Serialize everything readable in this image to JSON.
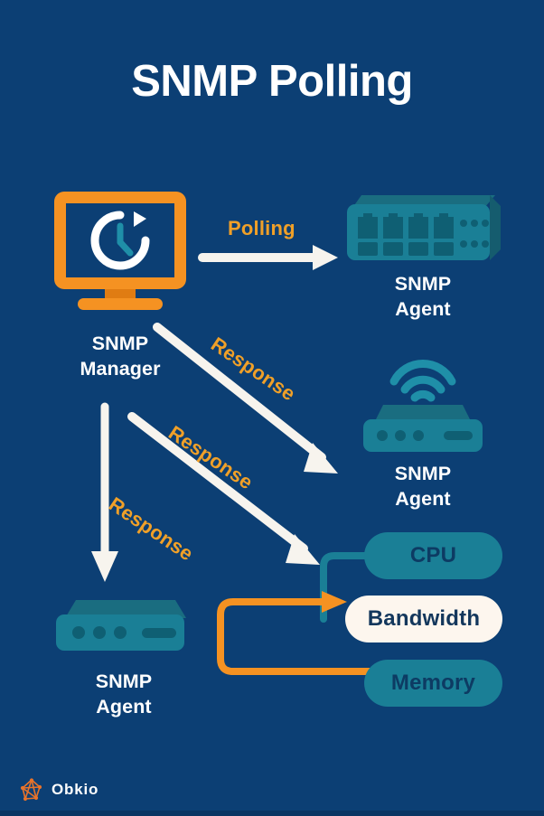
{
  "poster": {
    "title": "SNMP Polling",
    "background_color": "#0c3f74",
    "accent_orange": "#f59222",
    "label_orange": "#f0a028",
    "teal": "#1a7f96",
    "teal_light": "#1f8fa8",
    "teal_dark": "#0f5f73",
    "cream": "#fdf6ee",
    "white": "#ffffff"
  },
  "nodes": {
    "manager": {
      "name": "SNMP\nManager",
      "line1": "SNMP",
      "line2": "Manager",
      "icon": "monitor-clock-icon"
    },
    "agent_switch": {
      "line1": "SNMP",
      "line2": "Agent",
      "icon": "network-switch-icon"
    },
    "agent_router": {
      "line1": "SNMP",
      "line2": "Agent",
      "icon": "wifi-router-icon"
    },
    "agent_server": {
      "line1": "SNMP",
      "line2": "Agent",
      "icon": "server-device-icon"
    }
  },
  "arrows": [
    {
      "id": "polling",
      "label": "Polling",
      "direction": "right",
      "color": "#ffffff",
      "label_color": "#f0a028"
    },
    {
      "id": "response-1",
      "label": "Response",
      "direction": "diagonal-down-right",
      "color": "#ffffff",
      "label_color": "#f0a028"
    },
    {
      "id": "response-2",
      "label": "Response",
      "direction": "diagonal-down-right",
      "color": "#ffffff",
      "label_color": "#f0a028"
    },
    {
      "id": "response-3",
      "label": "Response",
      "direction": "down",
      "color": "#ffffff",
      "label_color": "#f0a028"
    }
  ],
  "metrics": [
    {
      "id": "cpu",
      "label": "CPU",
      "highlighted": false,
      "bg": "#1a7f96",
      "fg": "#0d3b63"
    },
    {
      "id": "bandwidth",
      "label": "Bandwidth",
      "highlighted": true,
      "bg": "#fdf6ee",
      "fg": "#13375c"
    },
    {
      "id": "memory",
      "label": "Memory",
      "highlighted": false,
      "bg": "#1a7f96",
      "fg": "#0d3b63"
    }
  ],
  "brand": {
    "name": "Obkio",
    "logo_icon": "obkio-network-logo-icon",
    "logo_color": "#e8732a"
  }
}
